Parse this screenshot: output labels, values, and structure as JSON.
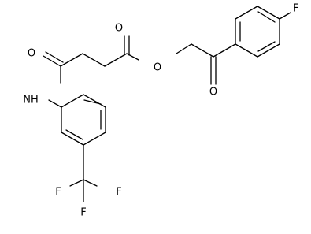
{
  "atoms": {
    "o_ketone": "O",
    "o_ester_carbonyl": "O",
    "o_ester_bridge": "O",
    "o_amide": "O",
    "nh": "NH",
    "f_para": "F",
    "f_cf3_left": "F",
    "f_cf3_right": "F",
    "f_cf3_bottom": "F"
  },
  "colors": {
    "bond": "#000000",
    "label": "#000000",
    "background": "#ffffff"
  }
}
